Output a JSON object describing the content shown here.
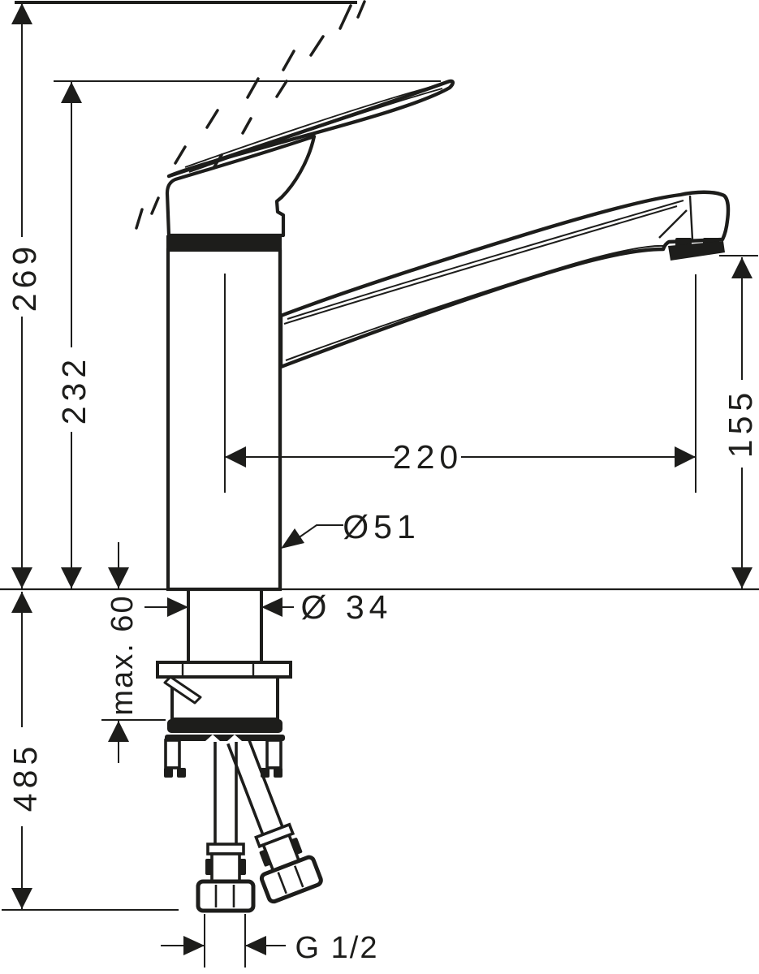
{
  "drawing": {
    "product": "Single-lever kitchen mixer tap — side elevation installation drawing",
    "units": "mm",
    "ink_color": "#1d1d1b",
    "background_color": "#ffffff",
    "dimensions": {
      "overall_height": "269",
      "height_to_lever_tip": "232",
      "spout_reach": "220",
      "outlet_height_above_deck": "155",
      "body_diameter": "Ø51",
      "shank_diameter": "Ø 34",
      "max_deck_thickness": "max. 60",
      "hose_length_below_deck": "485",
      "supply_connection_thread": "G 1/2"
    }
  }
}
